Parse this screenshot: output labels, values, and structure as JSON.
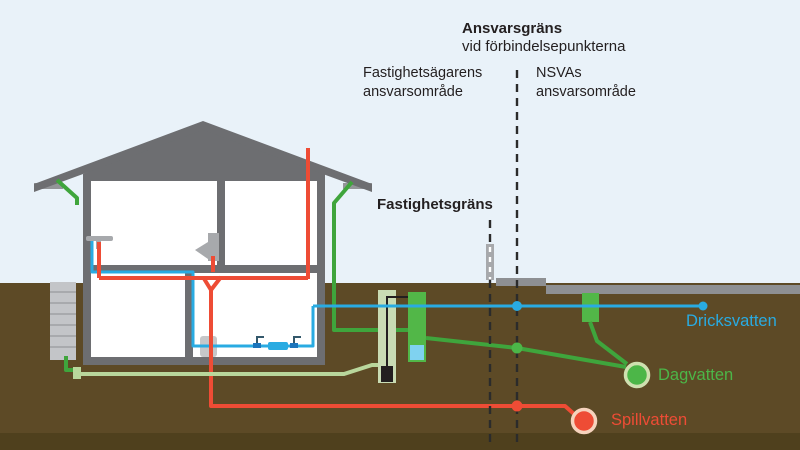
{
  "diagram": {
    "title": {
      "bold": "Ansvarsgräns",
      "sub": "vid förbindelsepunkterna"
    },
    "zones": {
      "owner_line1": "Fastighetsägarens",
      "owner_line2": "ansvarsområde",
      "nsva_line1": "NSVAs",
      "nsva_line2": "ansvarsområde"
    },
    "boundary_label": "Fastighetsgräns",
    "legend": [
      {
        "id": "dricksvatten",
        "label": "Dricksvatten",
        "color": "#29abe2",
        "ring": "#bfe4f6"
      },
      {
        "id": "dagvatten",
        "label": "Dagvatten",
        "color": "#4cb648",
        "ring": "#cfe0b0"
      },
      {
        "id": "spillvatten",
        "label": "Spillvatten",
        "color": "#ee4c35",
        "ring": "#f6d3bd"
      }
    ],
    "colors": {
      "sky": "#e9f2f9",
      "ground": "#5d4a26",
      "subsoil": "#4f401d",
      "structure_gray": "#6d6e71",
      "fixture_gray": "#a7a9ac",
      "stairs_gray": "#c3c5c8",
      "road_gray": "#8e9093",
      "pipe_green": "#3fa53c",
      "well_green": "#52b748",
      "pale_green": "#b9d79c",
      "well_water": "#7fd2f0",
      "pump_black": "#231f20",
      "dashed_line": "#2b2b2b"
    }
  }
}
